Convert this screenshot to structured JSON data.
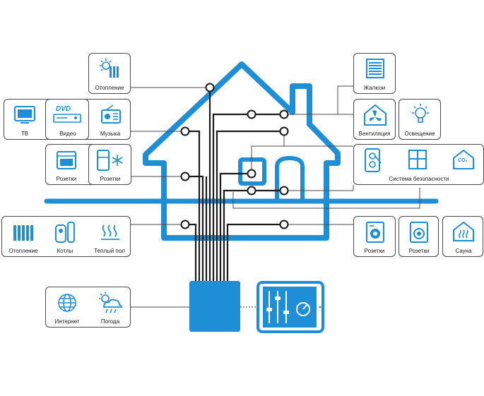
{
  "colors": {
    "accent": "#1e8fd6",
    "line": "#1a1a1a",
    "frame": "#4a4a4a"
  },
  "labels": {
    "heating_top": "Отопление",
    "tv": "ТВ",
    "video": "Видео",
    "music": "Музыка",
    "sockets_left": "Розетки",
    "sockets_fridge": "Розетки",
    "heating_bottom": "Отопление",
    "boilers": "Котлы",
    "warm_floor": "Теплый пол",
    "internet": "Интернет",
    "weather": "Погода",
    "blinds": "Жалюзи",
    "ventilation": "Вентиляция",
    "lighting": "Освещение",
    "security": "Система безопасности",
    "sockets_right1": "Розетки",
    "sockets_right2": "Розетки",
    "sauna": "Сауна",
    "dvd_text": "DVD",
    "co2_text": "CO₂"
  },
  "icons": {
    "heating_top": "radiator-sun-icon",
    "tv": "tv-icon",
    "video": "dvd-player-icon",
    "music": "radio-icon",
    "sockets_left": "oven-icon",
    "sockets_fridge": "fridge-snowflake-icon",
    "heating_bottom": "radiator-icon",
    "boilers": "boiler-icon",
    "warm_floor": "warm-floor-icon",
    "internet": "globe-icon",
    "weather": "cloud-sun-rain-icon",
    "blinds": "blinds-icon",
    "ventilation": "fan-house-icon",
    "lighting": "light-bulb-icon",
    "security": "security-sensors-icon",
    "sockets_right1": "washing-machine-icon",
    "sockets_right2": "dryer-icon",
    "sauna": "sauna-house-icon",
    "controller": "controller-box",
    "tablet": "tablet-mixer-icon"
  }
}
